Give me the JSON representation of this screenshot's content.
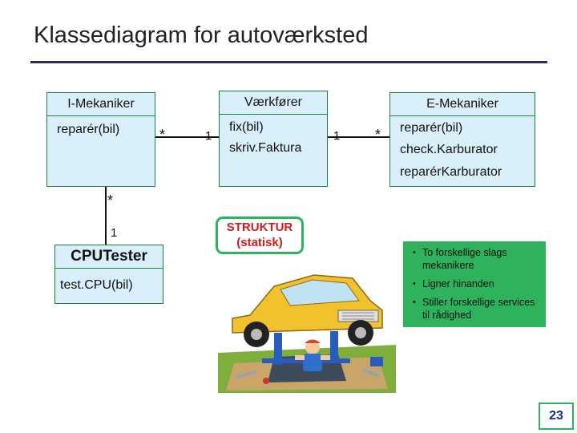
{
  "slide": {
    "title": "Klassediagram for autoværksted",
    "page_number": "23"
  },
  "classes": {
    "i_mekaniker": {
      "name": "I-Mekaniker",
      "operations": [
        "reparér(bil)"
      ]
    },
    "vaerkfoerer": {
      "name": "Værkfører",
      "operations": [
        "fix(bil)",
        "skriv.Faktura"
      ]
    },
    "e_mekaniker": {
      "name": "E-Mekaniker",
      "operations": [
        "reparér(bil)",
        "check.Karburator",
        "reparérKarburator"
      ]
    },
    "cputester": {
      "name": "CPUTester",
      "operations": [
        "test.CPU(bil)"
      ]
    }
  },
  "associations": {
    "imek_vaerk": {
      "left_mult": "*",
      "right_mult": "1"
    },
    "vaerk_emek": {
      "left_mult": "1",
      "right_mult": "*"
    },
    "imek_cpu": {
      "top_mult": "*",
      "bottom_mult": "1"
    }
  },
  "callout": {
    "line1": "STRUKTUR",
    "line2": "(statisk)"
  },
  "notes": [
    "To forskellige slags mekanikere",
    "Ligner hinanden",
    "Stiller forskellige services til rådighed"
  ],
  "colors": {
    "class_fill": "#d9f0fb",
    "class_border_accent": "#2eb35c",
    "title_rule": "#2d2870",
    "callout_text": "#d01c1c"
  },
  "illustration": {
    "icon": "car-mechanic-illustration"
  }
}
